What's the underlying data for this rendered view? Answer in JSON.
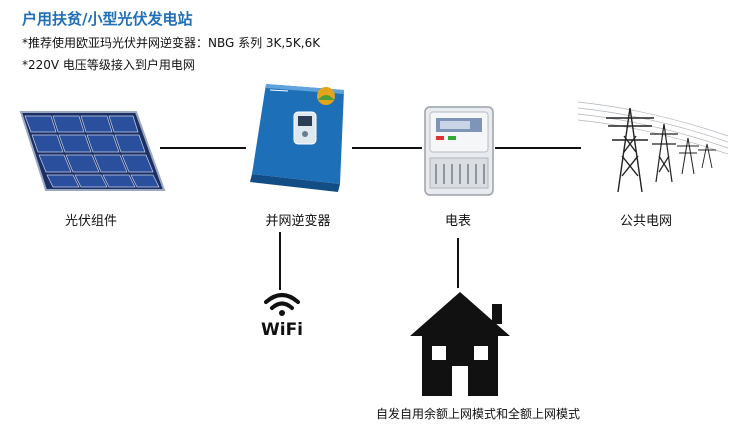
{
  "header": {
    "title": "户用扶贫/小型光伏发电站",
    "note1": "*推荐使用欧亚玛光伏并网逆变器：NBG 系列  3K,5K,6K",
    "note2": "*220V 电压等级接入到户用电网"
  },
  "nodes": {
    "solar_label": "光伏组件",
    "inverter_label": "并网逆变器",
    "meter_label": "电表",
    "grid_label": "公共电网",
    "wifi_text": "WiFi",
    "house_label": "自发自用余额上网模式和全额上网模式"
  },
  "colors": {
    "title": "#1f6fb8",
    "inverter_body": "#1d6fb8",
    "panel_cell": "#2a4f9c",
    "line": "#111111"
  }
}
